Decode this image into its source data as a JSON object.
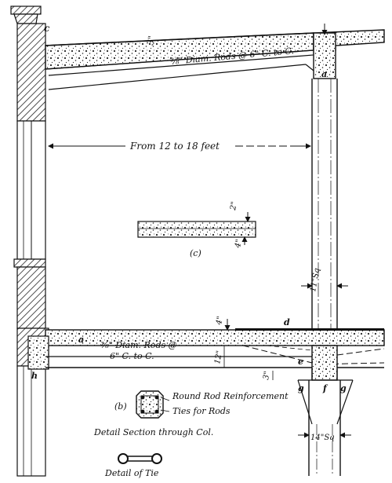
{
  "labels": {
    "roof_thickness": "3\"",
    "roof_rods": "⅜\" Diam. Rods @ 6\" C. to C.",
    "span": "From 12 to 18 feet",
    "detail_top": "2\"",
    "detail_bottom": "4\"",
    "detail_c": "(c)",
    "col_upper_size": "11\"Sq",
    "floor_thickness": "4\"",
    "floor_rods_1": "⅜\" Diam. Rods @",
    "floor_rods_2": "6\" C. to C.",
    "beam_depth": "12\"",
    "bracket_dim": "3\"",
    "col_lower_size": "14\"Sq",
    "section_b": "(b)",
    "round_rod": "Round Rod Reinforcement",
    "ties": "Ties for Rods",
    "detail_section": "Detail Section through Col.",
    "detail_tie": "Detail of Tie"
  },
  "letters": {
    "a1": "a",
    "a2": "a",
    "c": "c",
    "d": "d",
    "e": "e",
    "f": "f",
    "g1": "g",
    "g2": "g",
    "h": "h"
  }
}
